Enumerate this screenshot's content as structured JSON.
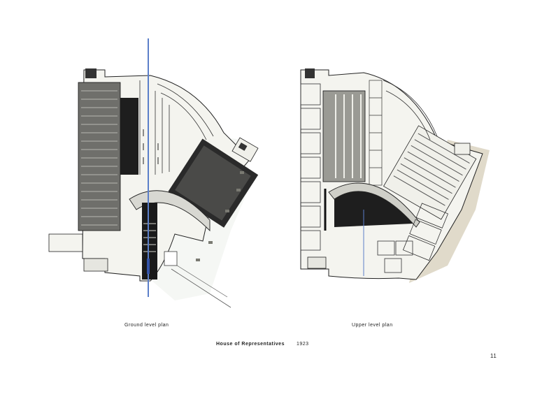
{
  "plans": {
    "left": {
      "caption": "Ground level plan"
    },
    "right": {
      "caption": "Upper level plan"
    }
  },
  "sheet_title": "House of Representatives",
  "sheet_year": "1923",
  "page_number": "11",
  "colors": {
    "paper": "#ffffff",
    "ink": "#1a1a1a",
    "wall_fill": "#f2f2ec",
    "dark_hall": "#1e1e1e",
    "grey_tone": "#8a8a86",
    "landscape": "#ddd6c4",
    "axis_blue": "#5b7fc9"
  }
}
